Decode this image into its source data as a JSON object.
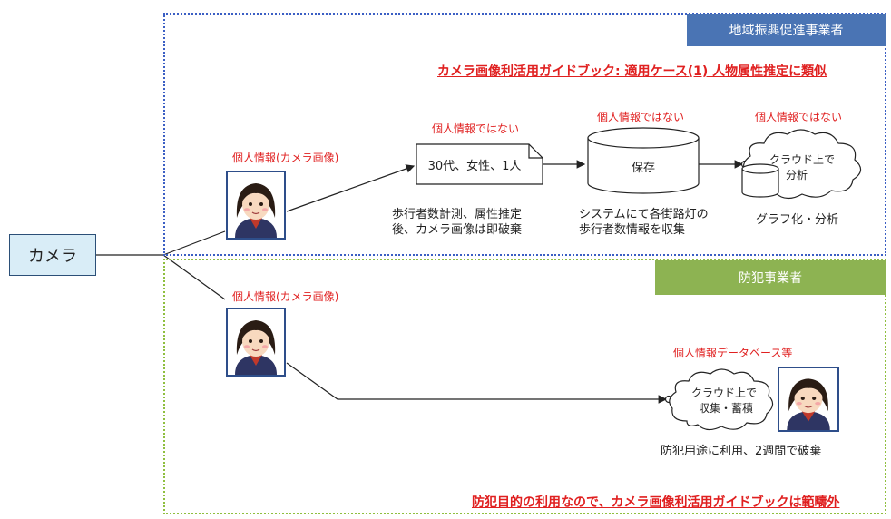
{
  "regions": {
    "top_header": "地域振興促進事業者",
    "bottom_header": "防犯事業者"
  },
  "top": {
    "title": "カメラ画像利活用ガイドブック: 適用ケース(1) 人物属性推定に類似",
    "camera_image_label": "個人情報(カメラ画像)",
    "not_personal_1": "個人情報ではない",
    "not_personal_2": "個人情報ではない",
    "not_personal_3": "個人情報ではない",
    "doc_text": "30代、女性、1人",
    "doc_caption_1": "歩行者数計測、属性推定",
    "doc_caption_2": "後、カメラ画像は即破棄",
    "db_label": "保存",
    "db_caption_1": "システムにて各街路灯の",
    "db_caption_2": "歩行者数情報を収集",
    "cloud_label_1": "クラウド上で",
    "cloud_label_2": "分析",
    "cloud_caption": "グラフ化・分析"
  },
  "camera": {
    "label": "カメラ"
  },
  "bottom": {
    "camera_image_label": "個人情報(カメラ画像)",
    "db_label": "個人情報データベース等",
    "cloud_label_1": "クラウド上で",
    "cloud_label_2": "収集・蓄積",
    "cloud_caption": "防犯用途に利用、2週間で破棄",
    "footer": "防犯目的の利用なので、カメラ画像利活用ガイドブックは範疇外"
  },
  "colors": {
    "top_border": "#3b5fc4",
    "bottom_border": "#8fbf3f",
    "top_header_bg": "#4a74b4",
    "bottom_header_bg": "#8db352",
    "warning_red": "#e02020"
  }
}
